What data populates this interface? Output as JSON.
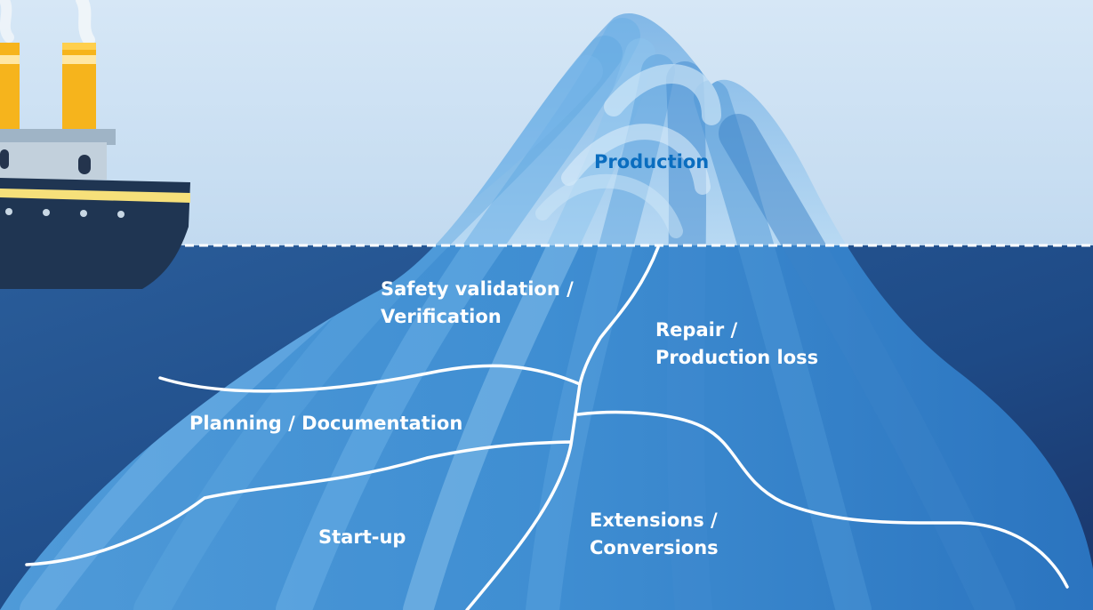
{
  "labels": {
    "production": "Production",
    "safety_line1": "Safety validation /",
    "safety_line2": "Verification",
    "repair_line1": "Repair /",
    "repair_line2": "Production loss",
    "planning": "Planning / Documentation",
    "extensions_line1": "Extensions /",
    "extensions_line2": "Conversions",
    "startup": "Start-up"
  },
  "colors": {
    "sky": "#cfe3f4",
    "water_deep": "#1b3b6e",
    "ice_light": "#bfdcf4",
    "ice_mid": "#4d9ad8",
    "ice_dark": "#2f7bc6",
    "top_label": "#0a6dbf",
    "section_lines": "#ffffff",
    "funnel": "#f6b41c",
    "hull": "#1f3552"
  },
  "icons": [
    "ship-icon",
    "iceberg-icon"
  ]
}
